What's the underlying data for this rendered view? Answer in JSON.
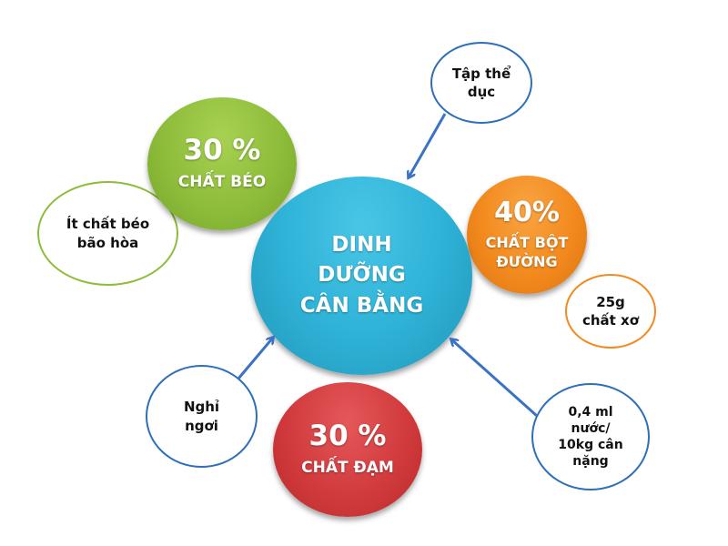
{
  "diagram": {
    "type": "mind-map",
    "center": {
      "lines": [
        "DINH",
        "DƯỠNG",
        "CÂN BẰNG"
      ],
      "color": "#2fb3d8"
    },
    "nodes": {
      "fat": {
        "percent": "30 %",
        "label": "CHẤT BÉO",
        "color": "#8dbd3a"
      },
      "carb": {
        "percent": "40%",
        "label_lines": [
          "CHẤT BỘT",
          "ĐƯỜNG"
        ],
        "color": "#f28a1e"
      },
      "protein": {
        "percent": "30 %",
        "label": "CHẤT ĐẠM",
        "color": "#d23b3d"
      }
    },
    "notes": {
      "saturated_fat": {
        "lines": [
          "Ít chất béo",
          "bão hòa"
        ],
        "border_color": "#8dbd3a"
      },
      "exercise": {
        "lines": [
          "Tập thể",
          "dục"
        ],
        "border_color": "#2e6fba"
      },
      "fiber": {
        "lines": [
          "25g",
          "chất xơ"
        ],
        "border_color": "#f28a1e"
      },
      "water": {
        "lines": [
          "0,4 ml",
          "nước/",
          "10kg cân",
          "nặng"
        ],
        "border_color": "#2e6fba"
      },
      "rest": {
        "lines": [
          "Nghỉ",
          "ngơi"
        ],
        "border_color": "#2e6fba"
      }
    },
    "arrow_color": "#3a73c4"
  }
}
